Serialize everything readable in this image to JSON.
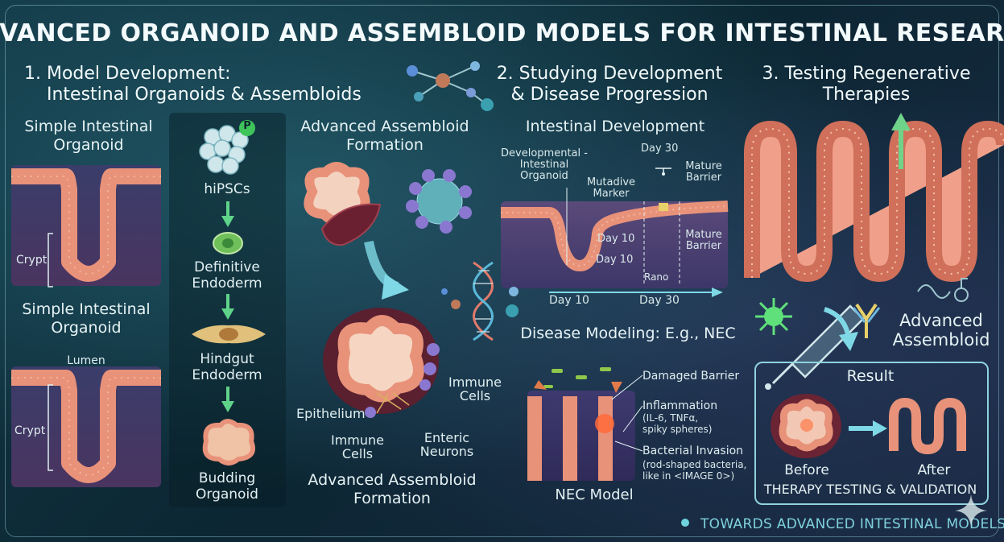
{
  "title": "ADVANCED ORGANOID AND ASSEMBLOID MODELS FOR INTESTINAL RESEARCH",
  "sections": {
    "s1": {
      "line1": "1. Model Development:",
      "line2": "Intestinal Organoids & Assembloids"
    },
    "s2": {
      "line1": "2. Studying Development",
      "line2": "& Disease Progression"
    },
    "s3": {
      "line1": "3. Testing Regenerative",
      "line2": "Therapies"
    }
  },
  "simple_organoid": {
    "label1a": "Simple Intestinal",
    "label1b": "Organoid",
    "label2a": "Simple Intestinal",
    "label2b": "Organoid",
    "crypt1": "Crypt",
    "crypt2": "Crypt",
    "lumen": "Lumen"
  },
  "differentiation": {
    "hipscs": "hiPSCs",
    "badge": "P",
    "def_endo_a": "Definitive",
    "def_endo_b": "Endoderm",
    "hind_a": "Hindgut",
    "hind_b": "Endoderm",
    "bud_a": "Budding",
    "bud_b": "Organoid"
  },
  "assembloid": {
    "top_a": "Advanced Assembloid",
    "top_b": "Formation",
    "bottom_a": "Advanced Assembloid",
    "bottom_b": "Formation",
    "immune1_a": "Immune",
    "immune1_b": "Cells",
    "immune2_a": "Immune",
    "immune2_b": "Cells",
    "epithelium": "Epithelium",
    "enteric_a": "Enteric",
    "enteric_b": "Neurons"
  },
  "development": {
    "heading": "Intestinal Development",
    "dev_a": "Developmental -",
    "dev_b": "Intestinal",
    "dev_c": "Organoid",
    "mut_a": "Mutadive",
    "mut_b": "Marker",
    "day30_top": "Day 30",
    "mature1_a": "Mature",
    "mature1_b": "Barrier",
    "mature2_a": "Mature",
    "mature2_b": "Barrier",
    "day10_a": "Day 10",
    "day10_b": "Day 10",
    "rano": "Rano",
    "axis_day10": "Day 10",
    "axis_day30": "Day 30"
  },
  "disease": {
    "heading": "Disease Modeling: E.g., NEC",
    "damaged": "Damaged Barrier",
    "inflam": "Inflammation",
    "inflam_sub1": "(IL-6, TNFα,",
    "inflam_sub2": "spiky spheres)",
    "bact": "Bacterial Invasion",
    "bact_sub1": "(rod-shaped bacteria,",
    "bact_sub2": "like in <IMAGE 0>)",
    "model": "NEC Model"
  },
  "therapy": {
    "adv_a": "Advanced",
    "adv_b": "Assembloid",
    "result": "Result",
    "before": "Before",
    "after": "After",
    "caption": "THERAPY TESTING & VALIDATION"
  },
  "footer": "TOWARDS ADVANCED INTESTINAL MODELS",
  "colors": {
    "accent": "#6fd3de",
    "tissue": "#e8927a",
    "arrow_green": "#6fd38a"
  }
}
